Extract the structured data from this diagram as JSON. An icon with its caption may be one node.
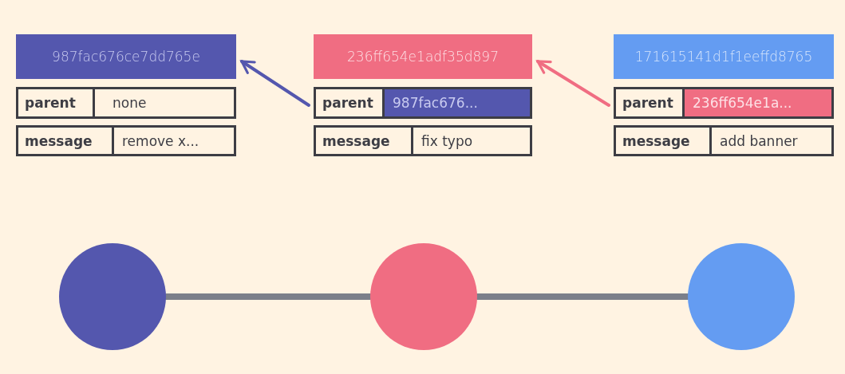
{
  "diagram": {
    "nodes": [
      {
        "text": [
          "987fac676ce7dd765e"
        ]
      },
      {
        "text": [
          "parent",
          "none"
        ]
      },
      {
        "text": [
          "message",
          "remove x..."
        ]
      },
      {
        "text": [
          "236ff654e1adf35d897"
        ]
      },
      {
        "text": [
          "parent",
          "987fac676..."
        ]
      },
      {
        "text": [
          "message",
          "fix typo"
        ]
      },
      {
        "text": [
          "171615141d1f1eeffd8765"
        ]
      },
      {
        "text": [
          "parent",
          "236ff654e1a..."
        ]
      },
      {
        "text": [
          "message",
          "add banner"
        ]
      },
      {
        "text": [],
        "shape": "circle"
      },
      {
        "text": [],
        "shape": "circle"
      },
      {
        "text": [],
        "shape": "circle"
      }
    ],
    "edges": [
      {
        "from": 4,
        "to": 0,
        "arrow": "to",
        "color": "#5457ae"
      },
      {
        "from": 7,
        "to": 3,
        "arrow": "to",
        "color": "#f06d82"
      },
      {
        "from": 9,
        "to": 10,
        "arrow": "none",
        "style": "thick",
        "color": "#7b7f8a"
      },
      {
        "from": 10,
        "to": 11,
        "arrow": "none",
        "style": "thick",
        "color": "#7b7f8a"
      }
    ]
  }
}
